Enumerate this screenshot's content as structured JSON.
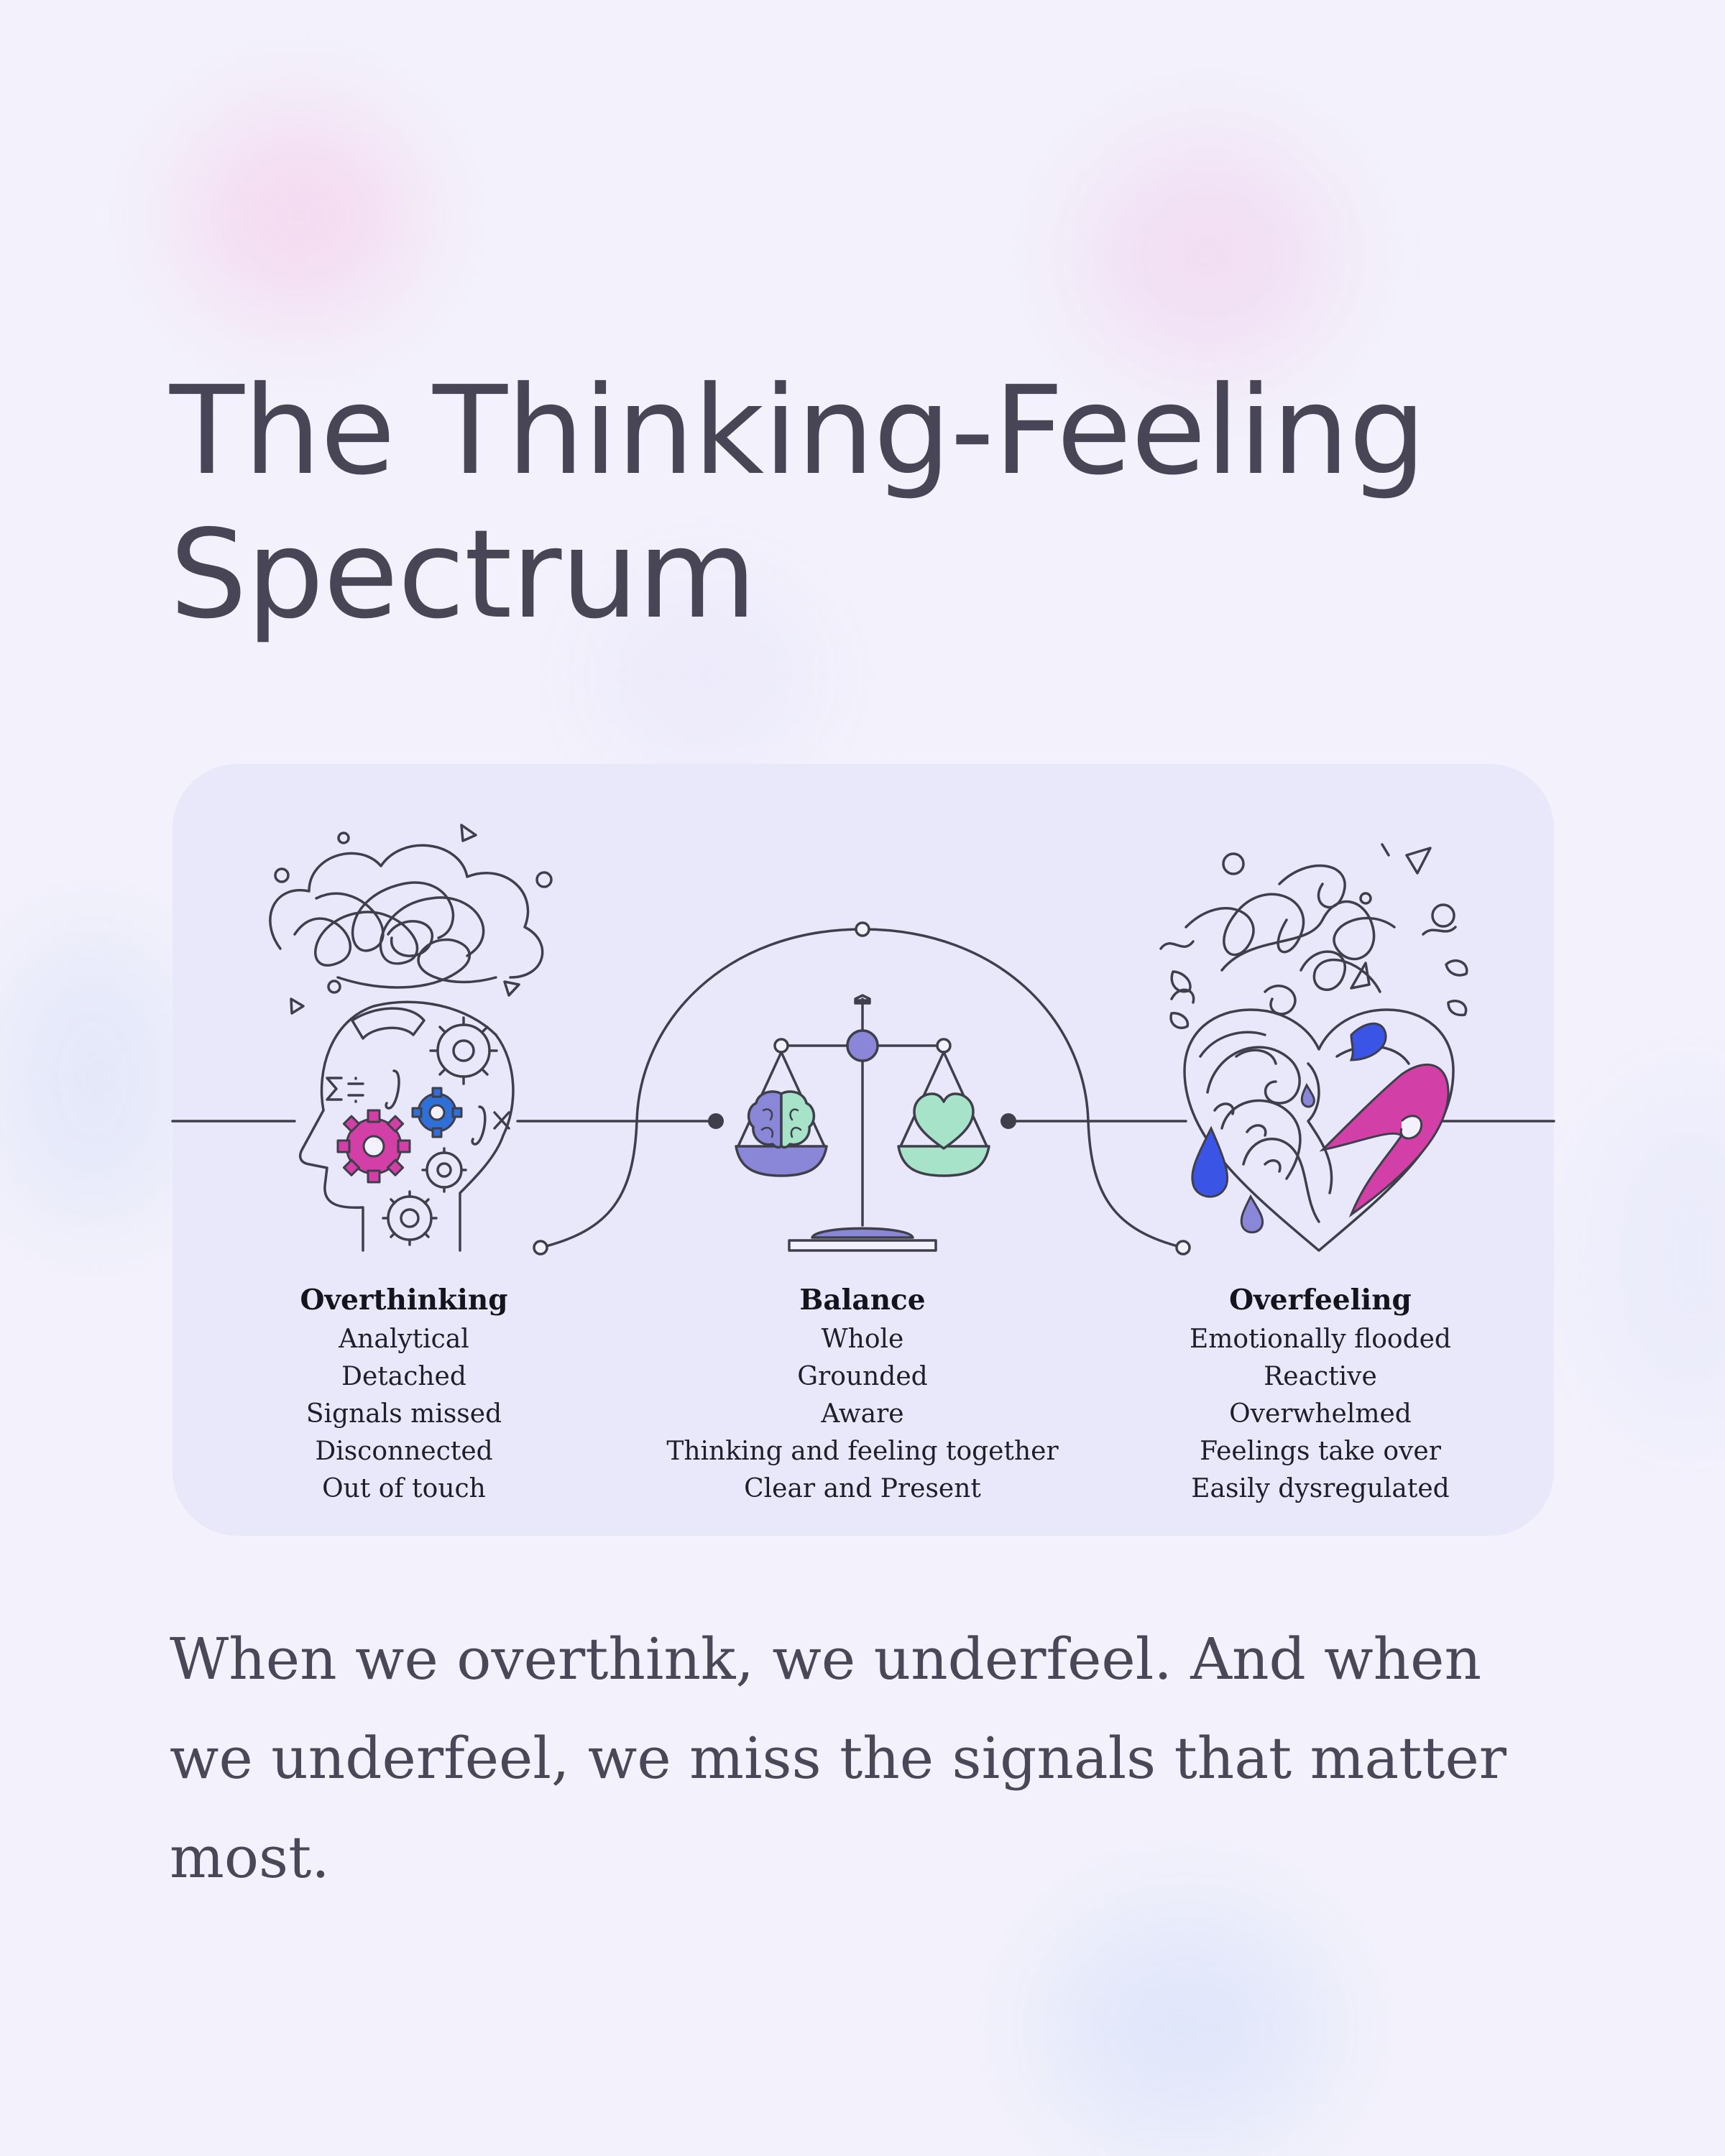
{
  "title": "The Thinking-Feeling Spectrum",
  "colors": {
    "background": "#f3f2fc",
    "card": "#e9e8fb",
    "line": "#3f3f4c",
    "purple": "#8a86d8",
    "mint": "#a6e3c8",
    "magenta": "#d23fa6",
    "blue": "#3a55e6"
  },
  "spectrum": {
    "left": {
      "icon": "head-gears-icon",
      "label": "Overthinking",
      "traits": [
        "Analytical",
        "Detached",
        "Signals missed",
        "Disconnected",
        "Out of touch"
      ]
    },
    "center": {
      "icon": "balance-scale-icon",
      "label": "Balance",
      "traits": [
        "Whole",
        "Grounded",
        "Aware",
        "Thinking and feeling together",
        "Clear and Present"
      ]
    },
    "right": {
      "icon": "heart-waves-icon",
      "label": "Overfeeling",
      "traits": [
        "Emotionally flooded",
        "Reactive",
        "Overwhelmed",
        "Feelings take over",
        "Easily dysregulated"
      ]
    }
  },
  "caption": "When we overthink, we underfeel. And when we underfeel, we miss the signals that matter most."
}
